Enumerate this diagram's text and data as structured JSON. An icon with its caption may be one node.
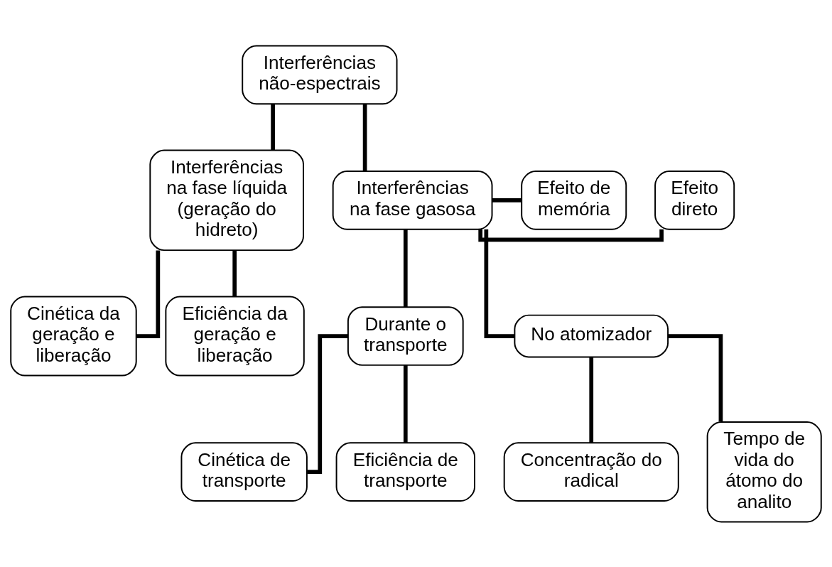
{
  "diagram": {
    "nodes": [
      {
        "text": [
          "Interferências não-espectrais"
        ]
      },
      {
        "text": [
          "Interferências na fase líquida (geração do hidreto)"
        ]
      },
      {
        "text": [
          "Interferências na fase gasosa"
        ]
      },
      {
        "text": [
          "Efeito direto"
        ]
      },
      {
        "text": [
          "Efeito de memória"
        ]
      },
      {
        "text": [
          "Cinética da geração e liberação"
        ]
      },
      {
        "text": [
          "Eficiência da geração e liberação"
        ]
      },
      {
        "text": [
          "Durante o transporte"
        ]
      },
      {
        "text": [
          "No atomizador"
        ]
      },
      {
        "text": [
          "Cinética de transporte"
        ]
      },
      {
        "text": [
          "Eficiência de transporte"
        ]
      },
      {
        "text": [
          "Concentração do radical"
        ]
      },
      {
        "text": [
          "Tempo de vida do átomo do analito"
        ]
      }
    ],
    "edges": [
      {
        "from": 0,
        "to": 1,
        "arrow": "none"
      },
      {
        "from": 0,
        "to": 2,
        "arrow": "none"
      },
      {
        "from": 2,
        "to": 3,
        "arrow": "none"
      },
      {
        "from": 2,
        "to": 4,
        "arrow": "none"
      },
      {
        "from": 1,
        "to": 5,
        "arrow": "none"
      },
      {
        "from": 1,
        "to": 6,
        "arrow": "none"
      },
      {
        "from": 2,
        "to": 7,
        "arrow": "none"
      },
      {
        "from": 2,
        "to": 8,
        "arrow": "none"
      },
      {
        "from": 7,
        "to": 9,
        "arrow": "none"
      },
      {
        "from": 7,
        "to": 10,
        "arrow": "none"
      },
      {
        "from": 8,
        "to": 11,
        "arrow": "none"
      },
      {
        "from": 8,
        "to": 12,
        "arrow": "none"
      }
    ]
  }
}
